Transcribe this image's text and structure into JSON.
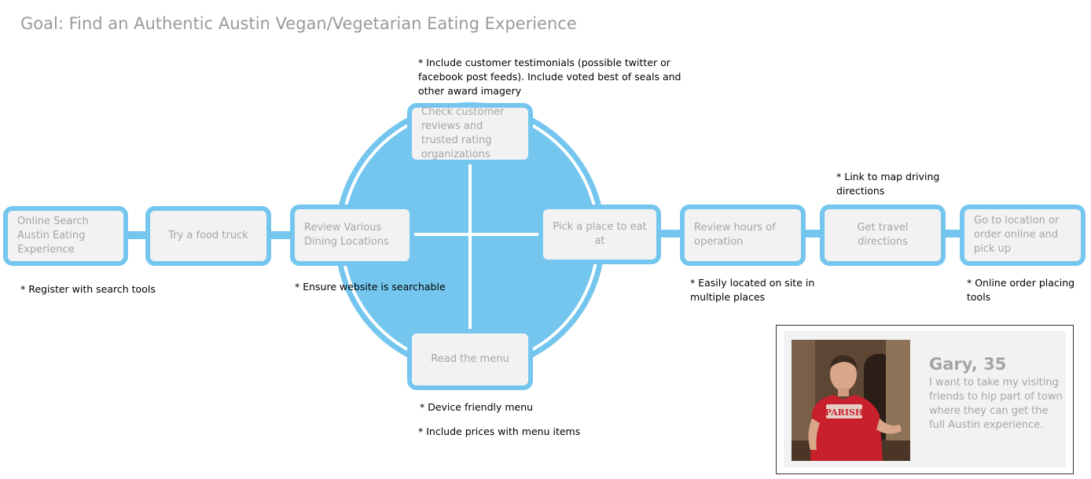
{
  "title": "Goal: Find an Authentic Austin Vegan/Vegetarian Eating Experience",
  "colors": {
    "accent": "#74c6ef",
    "node_fill": "#f2f2f2",
    "node_text": "#a5a5a5",
    "note_text": "#000000"
  },
  "nodes": {
    "online_search": "Online Search Austin Eating Experience",
    "food_truck": "Try a food truck",
    "review_dining": "Review Various Dining Locations",
    "check_reviews": "Check customer reviews and trusted rating organizations",
    "pick_place": "Pick a place to eat at",
    "read_menu": "Read the menu",
    "review_hours": "Review hours of operation",
    "travel_directions": "Get travel directions",
    "go_location": "Go to location or order online and pick up"
  },
  "notes": {
    "search_tools": "* Register with search tools",
    "searchable": "* Ensure website is searchable",
    "testimonials": "* Include customer testimonials (possible twitter or facebook post feeds). Include voted best of seals and other award imagery",
    "device_menu": "* Device friendly menu",
    "menu_prices": "* Include prices with menu items",
    "easily_located": "* Easily located on site in multiple places",
    "map_link": "* Link to map driving directions",
    "online_order": "* Online order placing tools"
  },
  "persona": {
    "name": "Gary, 35",
    "quote": "I want to take my visiting friends to hip part of town where they can get the full Austin experience.",
    "shirt_text": "PARISH"
  }
}
